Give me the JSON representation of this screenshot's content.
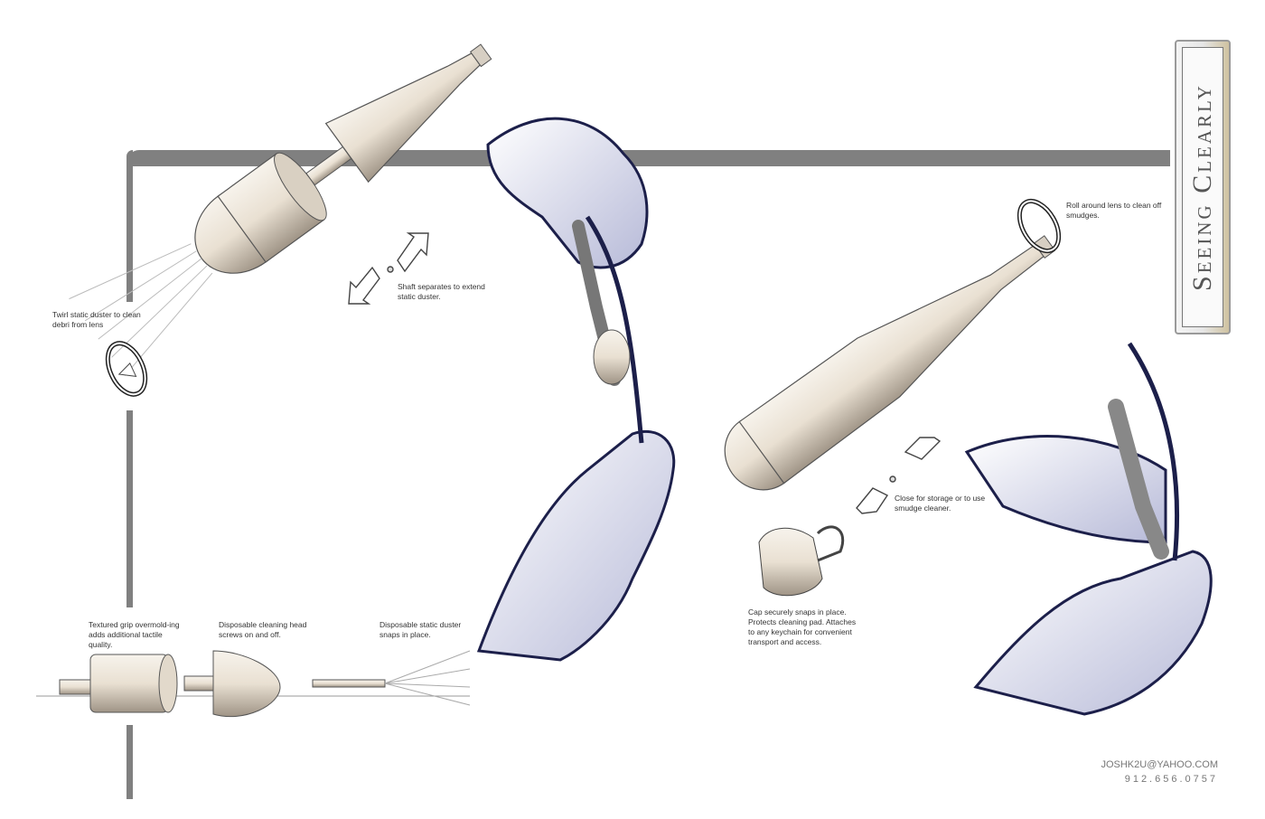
{
  "title": "Seeing Clearly",
  "notes": {
    "twirl": "Twirl static duster to clean debri from lens",
    "shaft": "Shaft separates to extend static duster.",
    "roll": "Roll around lens to clean off smudges.",
    "close": "Close for storage or to use smudge cleaner.",
    "cap": "Cap securely snaps in place. Protects cleaning pad.  Attaches to any keychain for convenient transport and access.",
    "grip": "Textured grip overmold-ing adds additional tactile quality.",
    "head": "Disposable cleaning head screws on and off.",
    "duster": "Disposable static duster snaps in place."
  },
  "contact": {
    "email": "JOSHK2U@YAHOO.COM",
    "phone": "912.656.0757"
  },
  "colors": {
    "frame": "#808080",
    "hand_outline": "#1c1f4a",
    "hand_fill": "#e6e8f4",
    "body": "#efe8dc"
  }
}
